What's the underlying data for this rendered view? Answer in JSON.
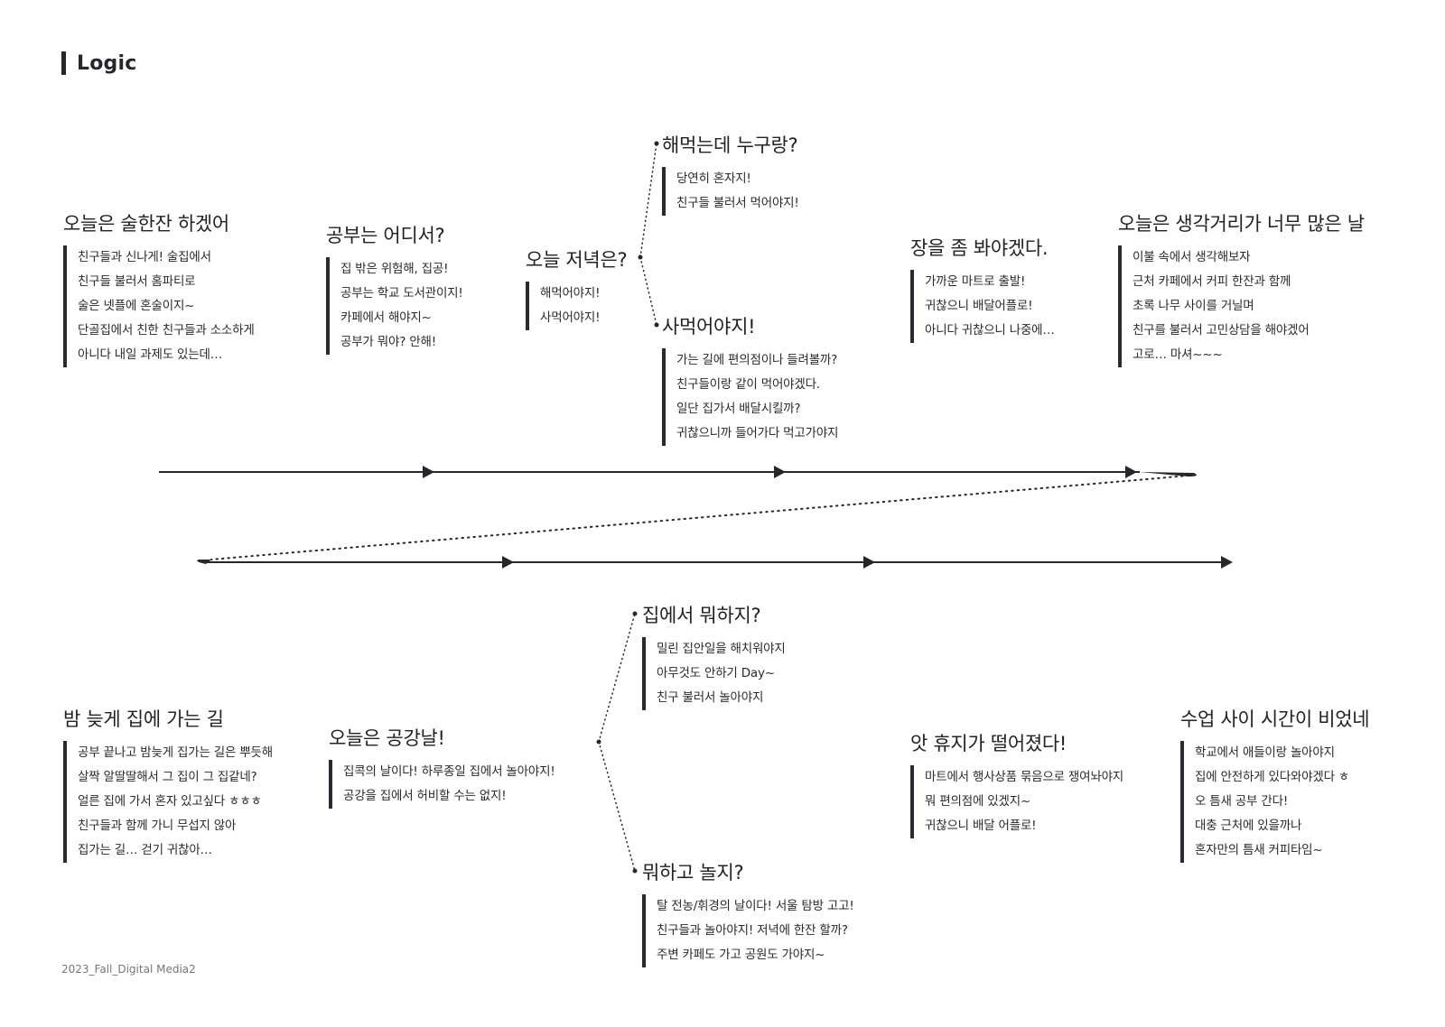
{
  "header": {
    "title": "Logic"
  },
  "footer": "2023_Fall_Digital Media2",
  "nodes": {
    "drink": {
      "title": "오늘은 술한잔 하겠어",
      "lines": [
        "친구들과 신나게! 술집에서",
        "친구들 불러서 홈파티로",
        "술은 넷플에 혼술이지~",
        "단골집에서 친한 친구들과 소소하게",
        "아니다 내일 과제도 있는데…"
      ]
    },
    "study": {
      "title": "공부는 어디서?",
      "lines": [
        "집 밖은 위험해, 집공!",
        "공부는 학교 도서관이지!",
        "카페에서 해야지~",
        "공부가 뭐야? 안해!"
      ]
    },
    "dinner": {
      "title": "오늘 저녁은?",
      "lines": [
        "해먹어야지!",
        "사먹어야지!"
      ]
    },
    "cook_with": {
      "title": "해먹는데 누구랑?",
      "lines": [
        "당연히 혼자지!",
        "친구들 불러서 먹어야지!"
      ]
    },
    "buy_food": {
      "title": "사먹어야지!",
      "lines": [
        "가는 길에 편의점이나  들려볼까?",
        "친구들이랑 같이 먹어야겠다.",
        "일단 집가서 배달시킬까?",
        "귀찮으니까 들어가다 먹고가야지"
      ]
    },
    "grocery": {
      "title": "장을 좀 봐야겠다.",
      "lines": [
        "가까운 마트로 출발!",
        "귀찮으니 배달어플로!",
        "아니다 귀찮으니 나중에…"
      ]
    },
    "thoughts": {
      "title": "오늘은 생각거리가 너무 많은 날",
      "lines": [
        "이불 속에서 생각해보자",
        "근처 카페에서 커피 한잔과 함께",
        "초록 나무 사이를 거닐며",
        "친구를 불러서 고민상담을 해야겠어",
        "고로… 마셔~~~"
      ]
    },
    "night_home": {
      "title": "밤 늦게 집에 가는 길",
      "lines": [
        "공부 끝나고 밤늦게 집가는 길은 뿌듯해",
        "살짝 알딸딸해서 그 집이 그 집같네?",
        "얼른 집에 가서 혼자 있고싶다 ㅎㅎㅎ",
        "친구들과 함께 가니 무섭지 않아",
        "집가는 길… 걷기 귀찮아…"
      ]
    },
    "no_class": {
      "title": "오늘은 공강날!",
      "lines": [
        "집콕의 날이다! 하루종일 집에서 놀아야지!",
        "공강을 집에서 허비할 수는 없지!"
      ]
    },
    "at_home": {
      "title": "집에서 뭐하지?",
      "lines": [
        "밀린 집안일을 해치워야지",
        "아무것도 안하기 Day~",
        "친구 불러서 놀아야지"
      ]
    },
    "play_out": {
      "title": "뭐하고 놀지?",
      "lines": [
        "탈 전농/휘경의 날이다! 서울 탐방 고고!",
        "친구들과 놀아야지! 저녁에 한잔 할까?",
        "주변 카페도 가고 공원도 가야지~"
      ]
    },
    "tissue": {
      "title": "앗 휴지가 떨어졌다!",
      "lines": [
        "마트에서 행사상품 묶음으로 쟁여놔야지",
        "뭐 편의점에 있겠지~",
        "귀찮으니 배달 어플로!"
      ]
    },
    "gap": {
      "title": "수업 사이 시간이 비었네",
      "lines": [
        "학교에서 애들이랑 놀아야지",
        "집에 안전하게 있다와야겠다 ㅎ",
        "오 틈새 공부 간다!",
        "대충 근처에 있을까나",
        "혼자만의 틈새 커피타임~"
      ]
    }
  }
}
